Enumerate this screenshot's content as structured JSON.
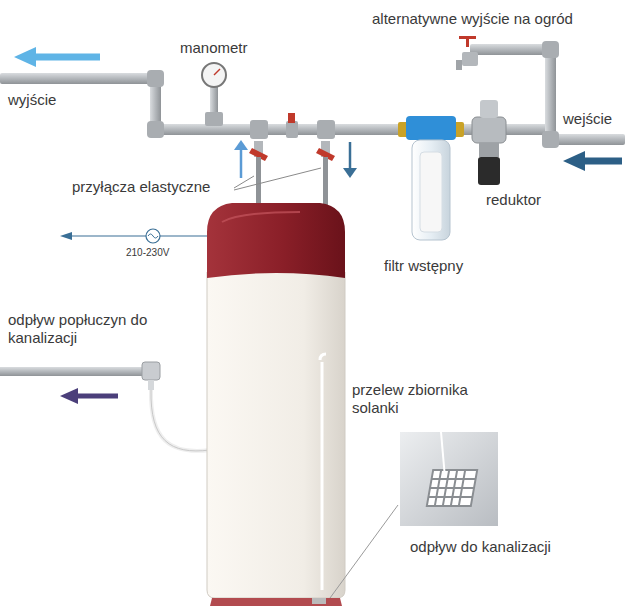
{
  "diagram": {
    "labels": [
      "alternatywne wyjście na ogród",
      "manometr",
      "wyjście",
      "wejście",
      "przyłącza elastyczne",
      "reduktor",
      "210-230V",
      "filtr wstępny",
      "odpływ popłuczyn do kanalizacji",
      "przelew zbiornika solanki",
      "odpływ do kanalizacji"
    ]
  }
}
